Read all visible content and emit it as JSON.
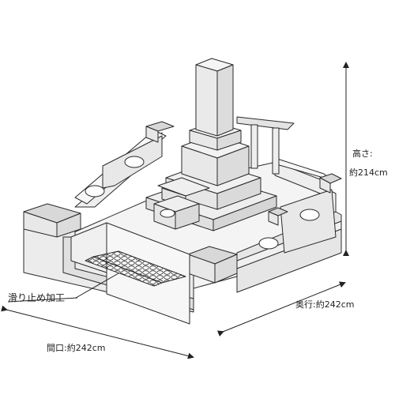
{
  "dimensions": {
    "height_title": "高さ:",
    "height_value": "約214cm",
    "depth": "奥行:約242cm",
    "width": "間口:約242cm"
  },
  "callout": {
    "anti_slip": "滑り止め加工"
  },
  "colors": {
    "line": "#2a2a2a",
    "fill_light": "#f2f2f2",
    "fill_mid": "#e4e4e4",
    "fill_dark": "#d2d2d2",
    "arrow": "#222222"
  }
}
